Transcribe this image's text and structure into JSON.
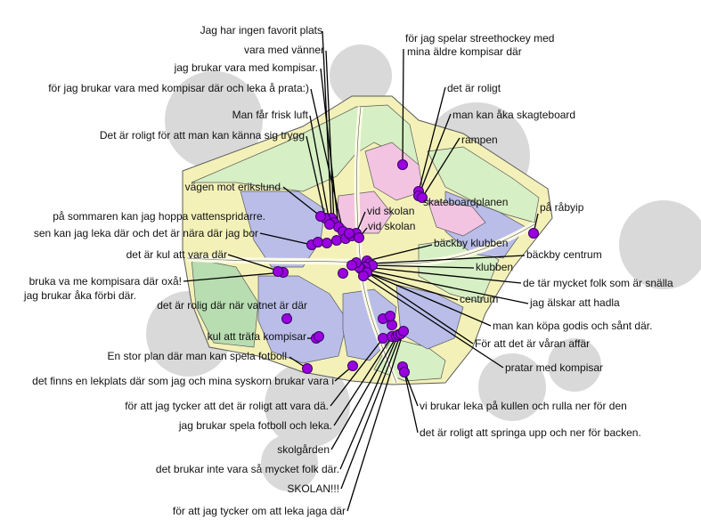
{
  "colors": {
    "background": "#ffffff",
    "bubble": "#d9d9d9",
    "map_outline": "#5a5a5a",
    "residential": "#b9bde8",
    "green": "#d6efc4",
    "green_dark": "#b7ddb0",
    "sand": "#f3f1b8",
    "pink": "#f3c4e1",
    "road": "#fbfbe6",
    "marker": "#9a00e0",
    "marker_stroke": "#3b0066",
    "leader": "#000000"
  },
  "annotations": [
    {
      "text": "Jag har ingen  favorit plats"
    },
    {
      "text": "vara med vänner"
    },
    {
      "text": "jag brukar vara med kompisar."
    },
    {
      "text": "för jag brukar vara med kompisar där  och leka å prata:)"
    },
    {
      "text": "Man får frisk luft"
    },
    {
      "text": "Det är roligt för att man kan känna sig trygg"
    },
    {
      "text": "vägen mot erikslund"
    },
    {
      "text": "på sommaren kan jag hoppa vattenspridarre."
    },
    {
      "text": "sen kan jag leka där och det är nära där jag bor"
    },
    {
      "text": "det är kul att vara där"
    },
    {
      "text": "bruka va me kompisara där oxå!"
    },
    {
      "text": "jag brukar åka förbi där."
    },
    {
      "text": "det är rolig där när vatnet är där"
    },
    {
      "text": "kul att träfa kompisar"
    },
    {
      "text": "En stor plan där man kan spela fotboll"
    },
    {
      "text": "det finns en lekplats där som jag och mina syskorn brukar vara i"
    },
    {
      "text": "för att  jag tycker att det är roligt att vara dä."
    },
    {
      "text": "jag brukar spela fotboll och leka."
    },
    {
      "text": "skolgården"
    },
    {
      "text": "det brukar inte vara så mycket folk där."
    },
    {
      "text": "SKOLAN!!!"
    },
    {
      "text": "för att jag tycker om att leka jaga   där"
    },
    {
      "text": "för jag spelar streethockey med"
    },
    {
      "text": "mina äldre kompisar där"
    },
    {
      "text": "det är roligt"
    },
    {
      "text": "man kan åka skagteboard"
    },
    {
      "text": "rampen"
    },
    {
      "text": "skateboardplanen"
    },
    {
      "text": "på råbyip"
    },
    {
      "text": "vid skolan"
    },
    {
      "text": "vid skolan"
    },
    {
      "text": "bäckby klubben"
    },
    {
      "text": "bäckby centrum"
    },
    {
      "text": "klubben"
    },
    {
      "text": "de tär mycket folk som är snälla"
    },
    {
      "text": "centrum"
    },
    {
      "text": "jag älskar att hadla"
    },
    {
      "text": "man kan köpa godis och sånt där."
    },
    {
      "text": "För att det är våran affär"
    },
    {
      "text": "pratar med kompisar"
    },
    {
      "text": "vi brukar leka på kullen och rulla ner för den"
    },
    {
      "text": "det är roligt att springa upp och ner för backen."
    }
  ]
}
